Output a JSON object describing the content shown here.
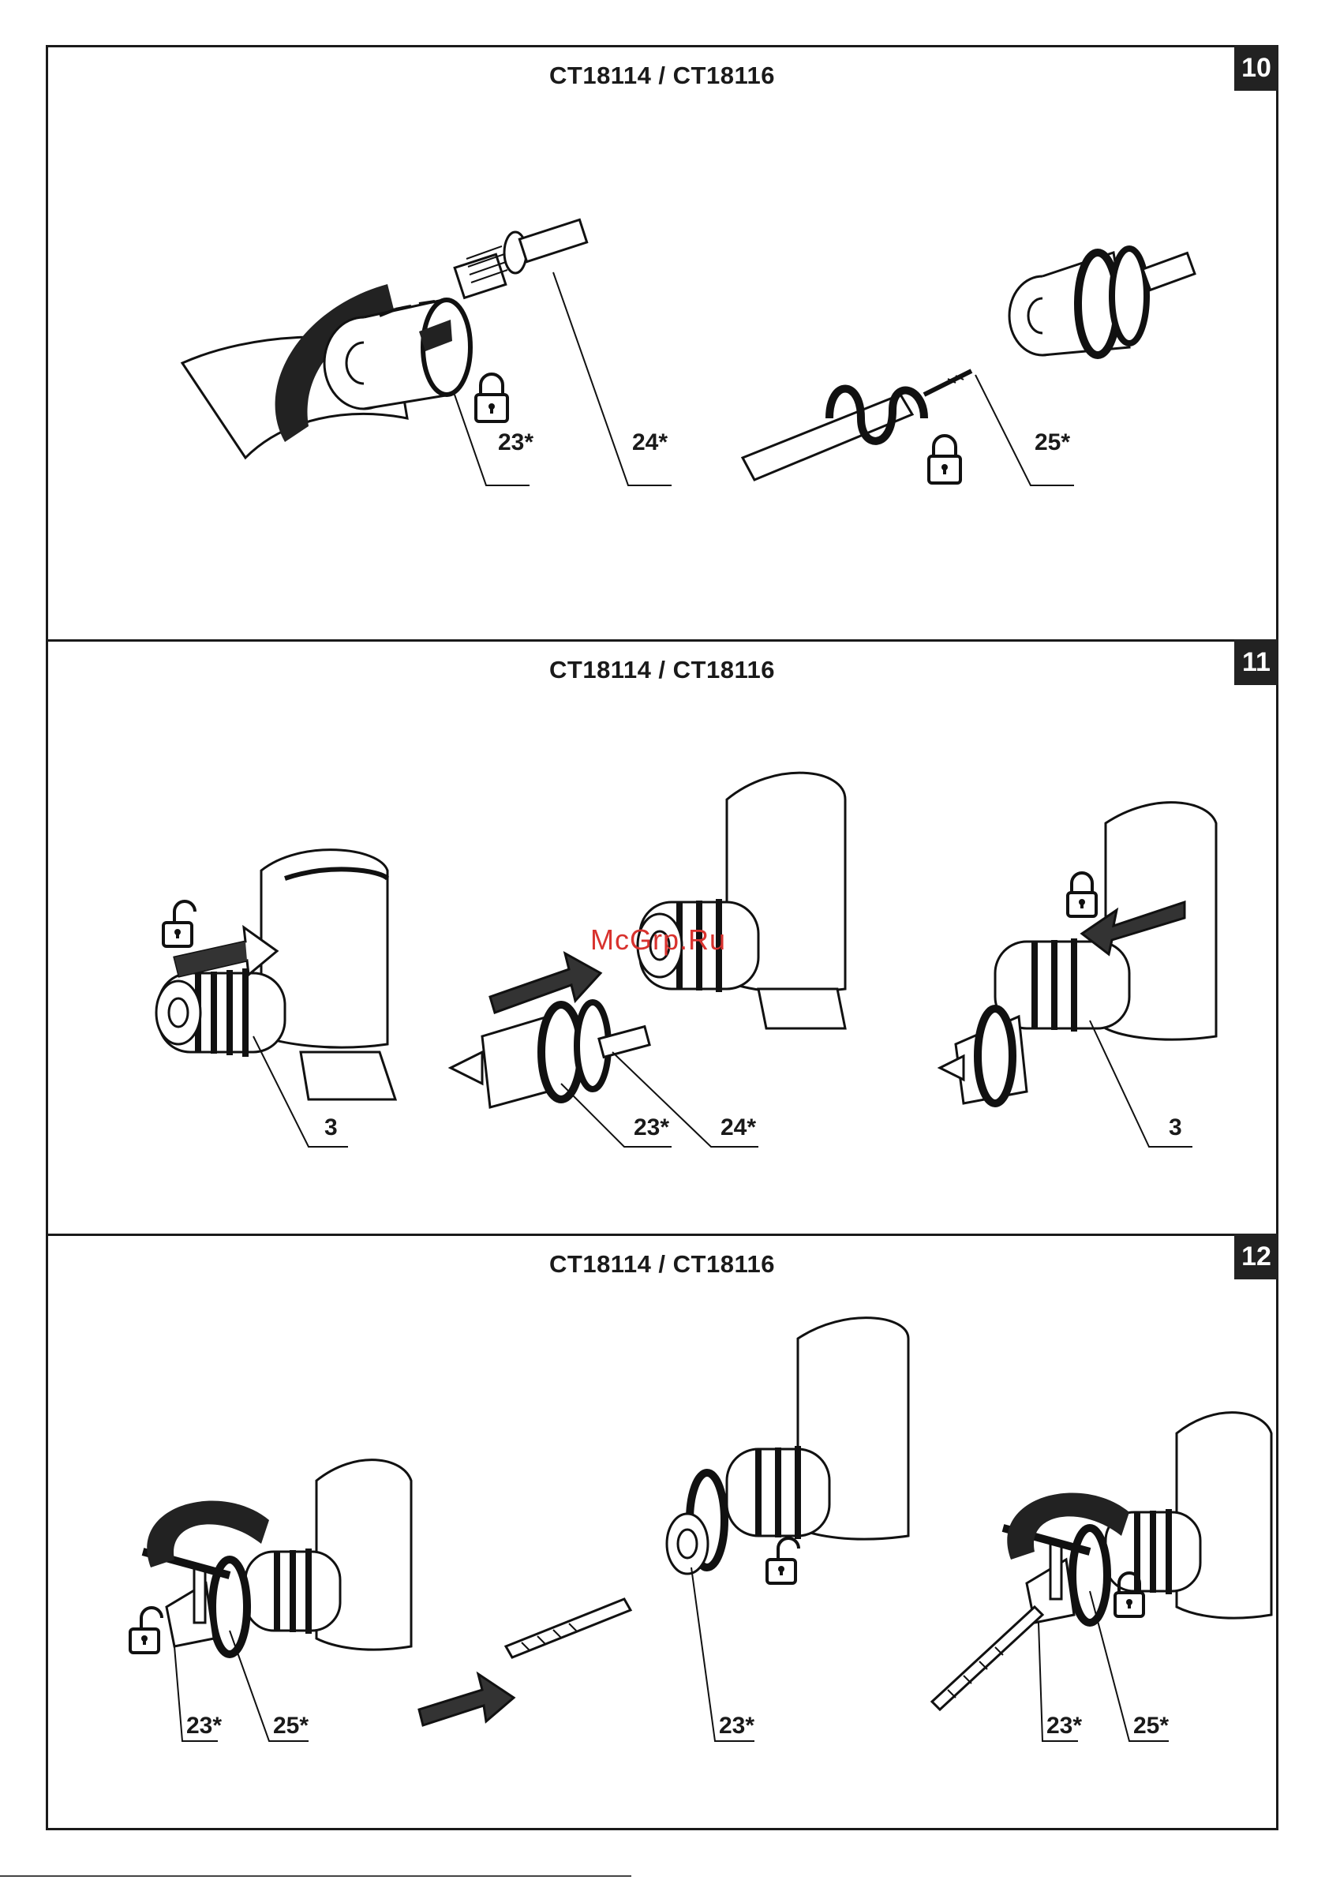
{
  "watermark": "McGrp.Ru",
  "panels": [
    {
      "number": "10",
      "title": "CT18114 / CT18116",
      "callouts": [
        "23*",
        "24*",
        "25*"
      ]
    },
    {
      "number": "11",
      "title": "CT18114 / CT18116",
      "callouts": [
        "3",
        "23*",
        "24*",
        "3"
      ]
    },
    {
      "number": "12",
      "title": "CT18114 / CT18116",
      "callouts": [
        "23*",
        "25*",
        "23*",
        "23*",
        "25*"
      ]
    }
  ],
  "icons": [
    "lock-closed-icon",
    "lock-open-icon",
    "arrow-icon",
    "rotate-arrow-icon"
  ]
}
